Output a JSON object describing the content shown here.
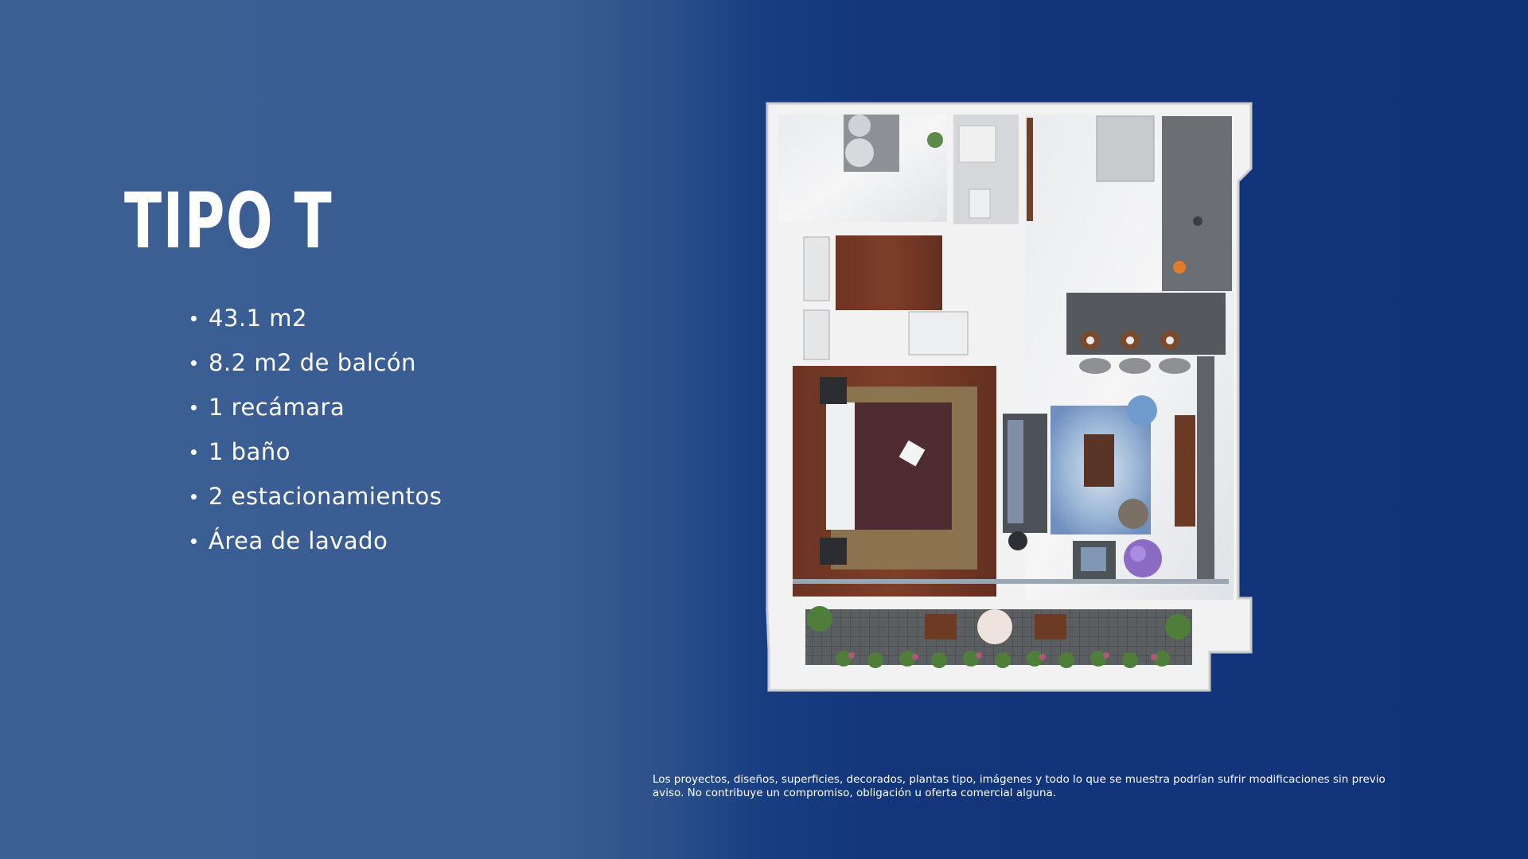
{
  "title": "TIPO T",
  "features": [
    "43.1 m2",
    "8.2 m2 de balcón",
    "1 recámara",
    "1 baño",
    "2 estacionamientos",
    "Área de lavado"
  ],
  "disclaimer": "Los proyectos, diseños, superficies, decorados, plantas tipo, imágenes y todo lo que se muestra podrían sufrir modificaciones sin previo aviso. No contribuye un compromiso, obligación u oferta comercial alguna.",
  "colors": {
    "background_left": "#3b5f93",
    "background_right": "#11337a",
    "text": "#ffffff"
  }
}
